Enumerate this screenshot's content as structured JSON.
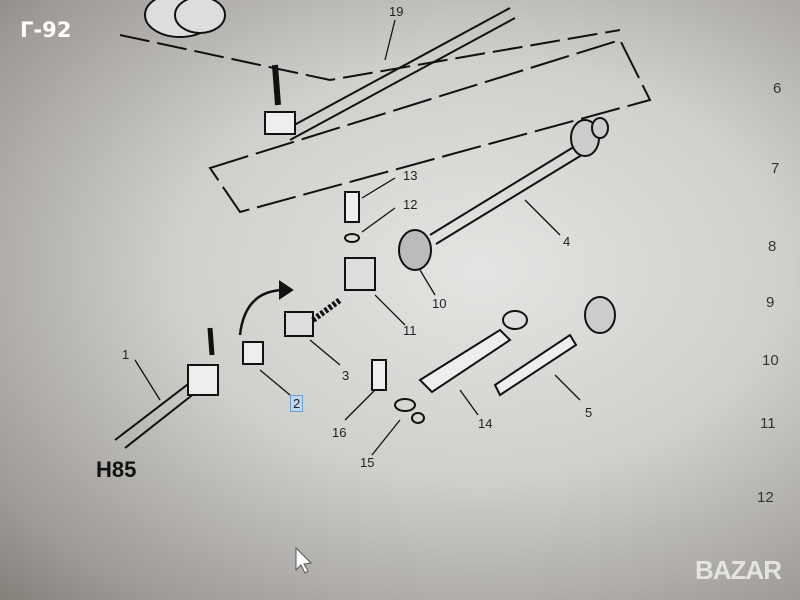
{
  "stamp": "Г-92",
  "diagram_code": "H85",
  "watermark": "BAZAR",
  "part_labels": {
    "p19": "19",
    "p13": "13",
    "p12": "12",
    "p4": "4",
    "p10": "10",
    "p11": "11",
    "p1": "1",
    "p3": "3",
    "p2": "2",
    "p16": "16",
    "p14": "14",
    "p5": "5",
    "p15": "15"
  },
  "row_numbers": [
    "6",
    "7",
    "8",
    "9",
    "10",
    "11",
    "12"
  ]
}
